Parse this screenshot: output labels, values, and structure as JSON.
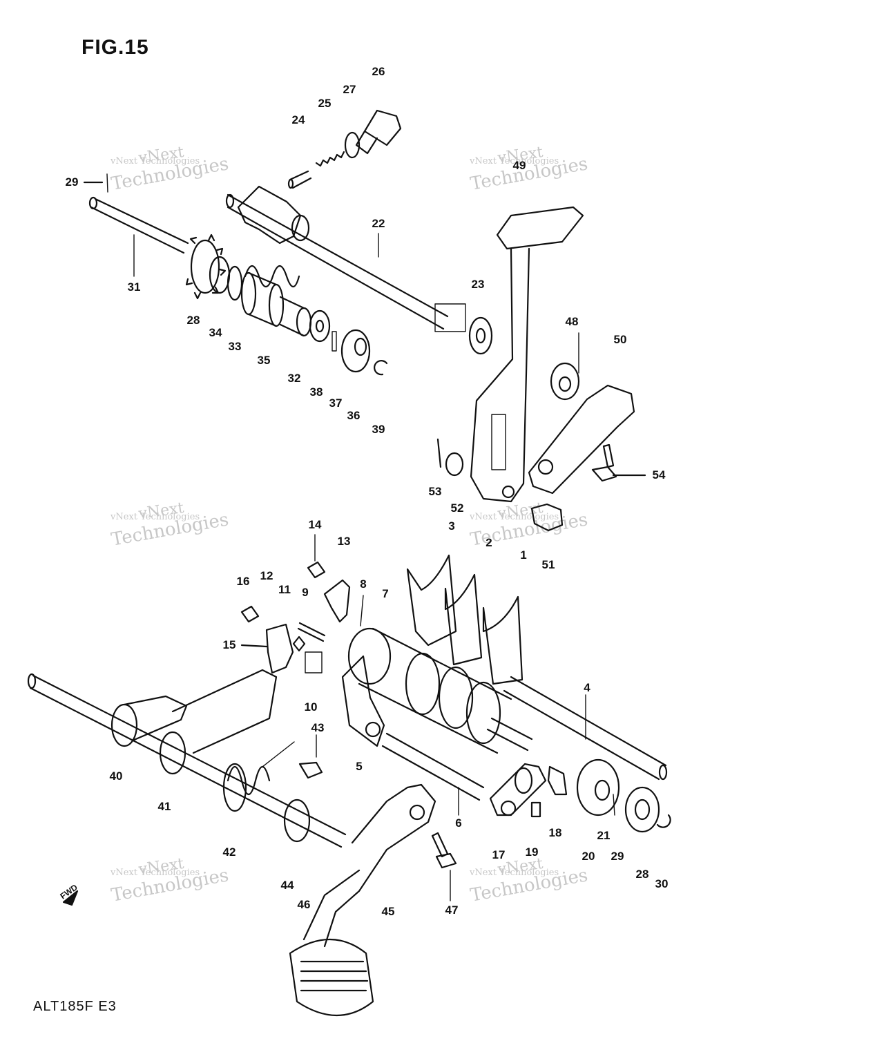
{
  "figure": {
    "title": "FIG.15",
    "model_code": "ALT185F E3",
    "fwd_mark": "FWD"
  },
  "watermark": {
    "line_top": "vNext",
    "line_mid": "vNext Technologies",
    "line_bottom": "Technologies"
  },
  "callouts": [
    "1",
    "2",
    "3",
    "4",
    "5",
    "6",
    "7",
    "8",
    "9",
    "10",
    "11",
    "12",
    "13",
    "14",
    "15",
    "16",
    "17",
    "18",
    "19",
    "20",
    "21",
    "22",
    "23",
    "24",
    "25",
    "26",
    "27",
    "28",
    "29",
    "30",
    "31",
    "32",
    "33",
    "34",
    "35",
    "36",
    "37",
    "38",
    "39",
    "40",
    "41",
    "42",
    "43",
    "44",
    "45",
    "46",
    "47",
    "48",
    "49",
    "50",
    "51",
    "52",
    "53",
    "54"
  ],
  "callouts_repeat": [
    "28",
    "29"
  ]
}
